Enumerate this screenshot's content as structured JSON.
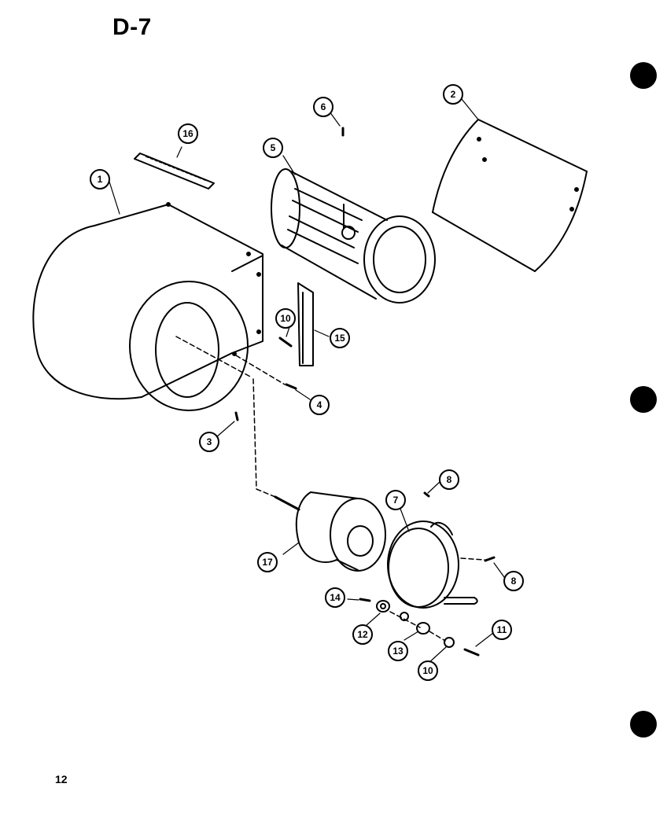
{
  "page": {
    "title": "D-7",
    "page_number": "12"
  },
  "callouts": [
    {
      "label": "1"
    },
    {
      "label": "2"
    },
    {
      "label": "3"
    },
    {
      "label": "4"
    },
    {
      "label": "5"
    },
    {
      "label": "6"
    },
    {
      "label": "7"
    },
    {
      "label": "8"
    },
    {
      "label": "8"
    },
    {
      "label": "10"
    },
    {
      "label": "10"
    },
    {
      "label": "11"
    },
    {
      "label": "12"
    },
    {
      "label": "13"
    },
    {
      "label": "14"
    },
    {
      "label": "15"
    },
    {
      "label": "16"
    },
    {
      "label": "17"
    }
  ]
}
